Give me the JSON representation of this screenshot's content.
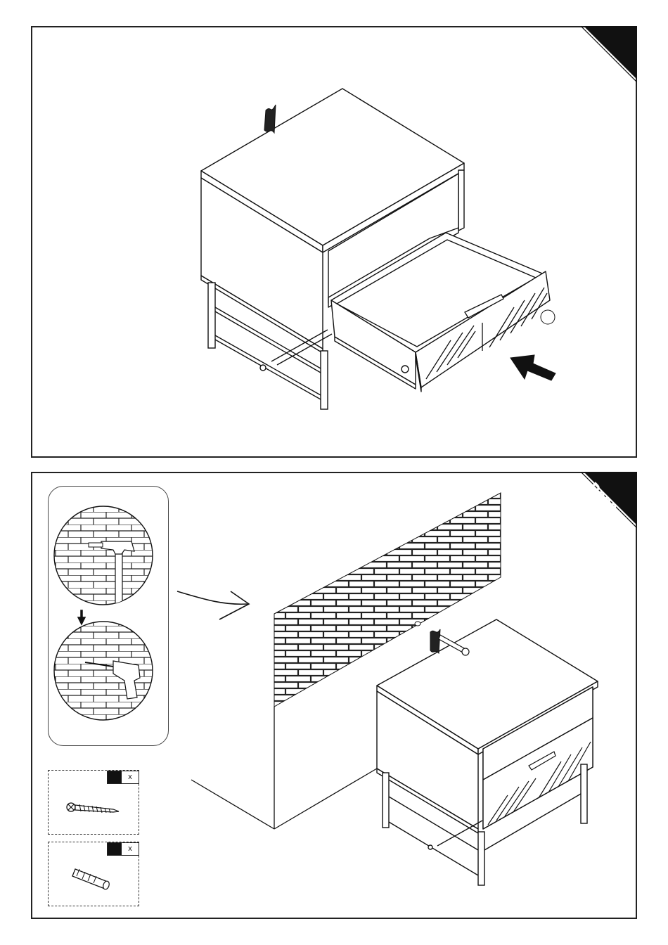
{
  "panels": [
    {
      "id": "step-insert-drawer",
      "corner_label": ""
    },
    {
      "id": "step-wall-fixing",
      "corner_label": "Done"
    }
  ],
  "hardware": [
    {
      "name": "wall-screw",
      "qty_text": "x"
    },
    {
      "name": "wall-plug",
      "qty_text": "x"
    }
  ]
}
